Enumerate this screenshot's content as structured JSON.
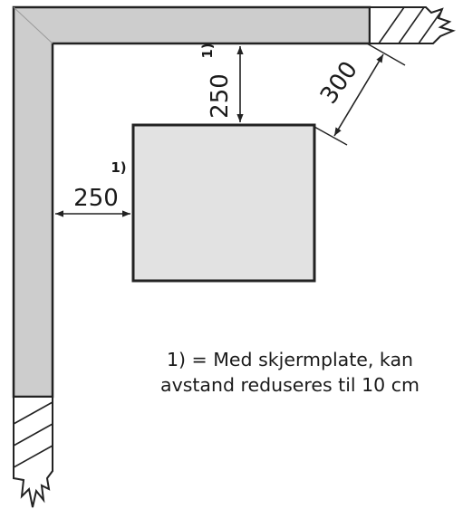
{
  "dimensions": {
    "top_value": "250",
    "top_footnote": "1)",
    "left_value": "250",
    "left_footnote": "1)",
    "corner_value": "300"
  },
  "note": {
    "line1": "1) = Med skjermplate, kan",
    "line2": "avstand reduseres til 10 cm"
  },
  "colors": {
    "wall_fill": "#cdcdcd",
    "appliance_fill": "#e2e2e2",
    "stroke": "#222222"
  }
}
